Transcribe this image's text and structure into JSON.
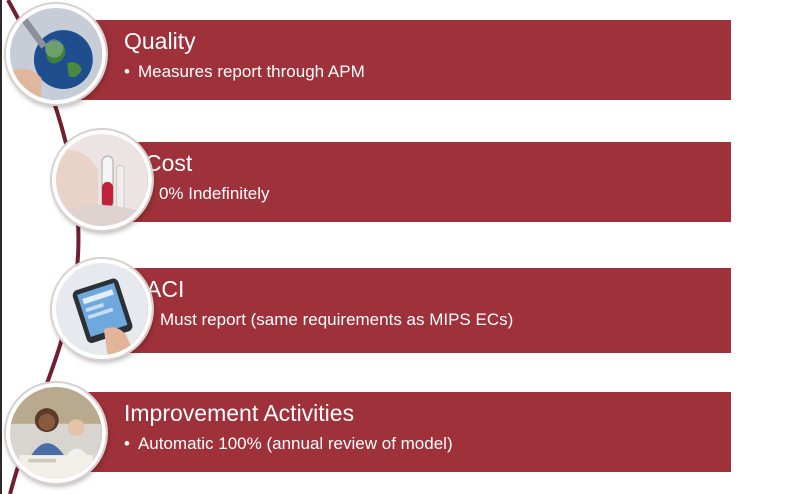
{
  "items": [
    {
      "title": "Quality",
      "bullet": "Measures report through APM",
      "icon": "globe-in-hand-icon"
    },
    {
      "title": "Cost",
      "bullet": "0% Indefinitely",
      "icon": "test-tube-icon"
    },
    {
      "title": "ACI",
      "bullet": "Must report (same requirements as MIPS ECs)",
      "icon": "tablet-device-icon"
    },
    {
      "title": "Improvement Activities",
      "bullet": "Automatic 100% (annual review of model)",
      "icon": "people-meeting-icon"
    }
  ],
  "bullet_glyph": "•",
  "colors": {
    "band": "#9e3139",
    "text": "#ffffff",
    "arc": "#6e2030"
  }
}
